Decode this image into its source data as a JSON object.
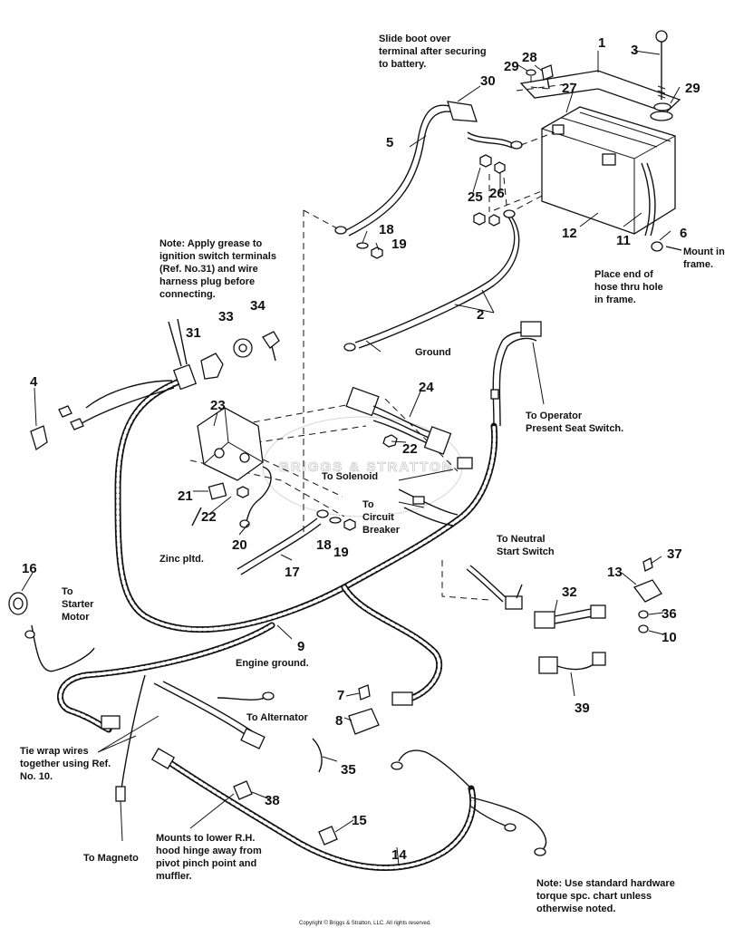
{
  "watermark": "BRIGGS & STRATTON",
  "copyright": "Copyright © Briggs & Stratton, LLC. All rights reserved.",
  "callouts": [
    "1",
    "2",
    "3",
    "4",
    "5",
    "6",
    "7",
    "8",
    "9",
    "10",
    "11",
    "12",
    "13",
    "14",
    "15",
    "16",
    "17",
    "18",
    "18",
    "19",
    "19",
    "20",
    "21",
    "22",
    "22",
    "23",
    "24",
    "25",
    "26",
    "27",
    "28",
    "29",
    "29",
    "30",
    "31",
    "32",
    "33",
    "34",
    "35",
    "36",
    "37",
    "38",
    "39"
  ],
  "notes": {
    "slide_boot": [
      "Slide boot over",
      "terminal after securing",
      "to battery."
    ],
    "grease": [
      "Note: Apply grease to",
      "ignition switch terminals",
      "(Ref. No.31) and wire",
      "harness plug before",
      "connecting."
    ],
    "mount_in_frame": [
      "Mount in",
      "frame."
    ],
    "place_hose": [
      "Place end of",
      "hose thru hole",
      "in frame."
    ],
    "ground": "Ground",
    "operator_seat": [
      "To Operator",
      "Present Seat Switch."
    ],
    "to_solenoid": "To Solenoid",
    "circuit_breaker": [
      "To",
      "Circuit",
      "Breaker"
    ],
    "zinc": "Zinc pltd.",
    "neutral_start": [
      "To Neutral",
      "Start Switch"
    ],
    "starter_motor": [
      "To",
      "Starter",
      "Motor"
    ],
    "engine_ground": "Engine ground.",
    "alternator": "To Alternator",
    "tie_wrap": [
      "Tie wrap wires",
      "together using Ref.",
      "No. 10."
    ],
    "magneto": "To Magneto",
    "hood_hinge": [
      "Mounts to lower R.H.",
      "hood hinge away from",
      "pivot pinch point and",
      "muffler."
    ],
    "hardware": [
      "Note: Use standard hardware",
      "torque spc. chart unless",
      "otherwise noted."
    ]
  }
}
